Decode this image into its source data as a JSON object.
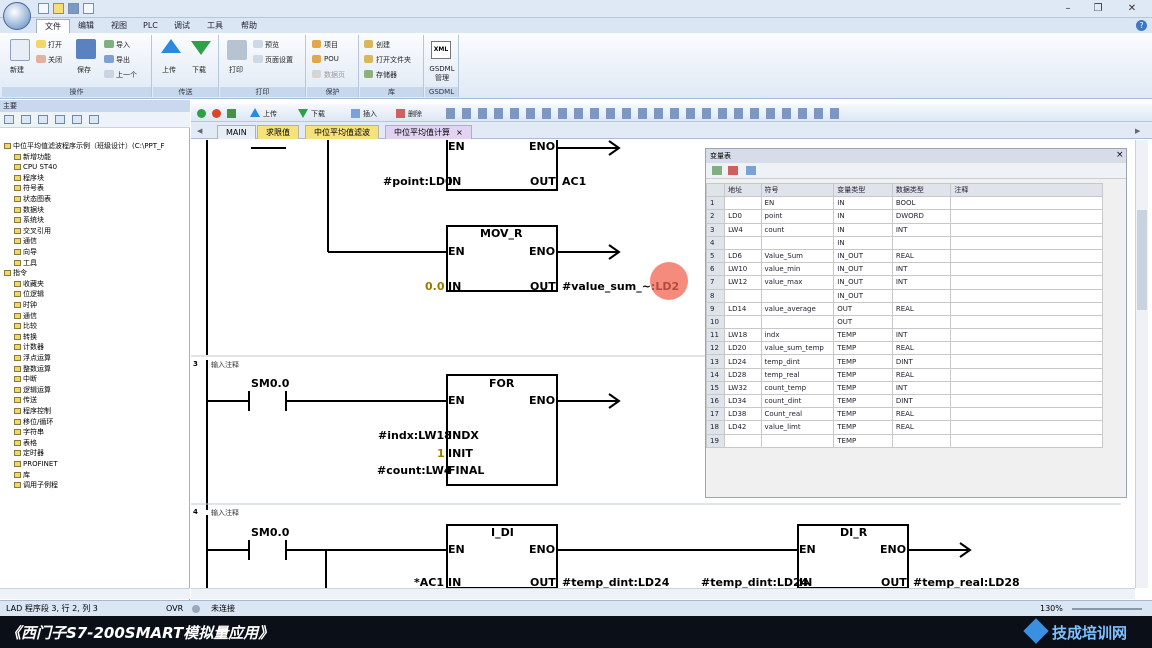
{
  "app": {
    "quick_access_icons": [
      "new-icon",
      "open-icon",
      "save-icon",
      "print-icon"
    ],
    "window_controls": [
      "–",
      "❐",
      "✕"
    ]
  },
  "menu_tabs": [
    "文件",
    "编辑",
    "视图",
    "PLC",
    "调试",
    "工具",
    "帮助"
  ],
  "ribbon": {
    "groups": [
      {
        "label": "操作",
        "buttons": [
          "新建",
          "打开",
          "关闭",
          "保存",
          "导入",
          "导出",
          "上一个"
        ]
      },
      {
        "label": "传送",
        "buttons": [
          "上传",
          "下载"
        ]
      },
      {
        "label": "打印",
        "buttons": [
          "打印",
          "预览",
          "页面设置"
        ]
      },
      {
        "label": "保护",
        "buttons": [
          "项目",
          "POU",
          "数据页"
        ]
      },
      {
        "label": "库",
        "buttons": [
          "创建",
          "打开文件夹",
          "存储器"
        ]
      },
      {
        "label": "GSDML",
        "buttons": [
          "GSDML管理"
        ]
      }
    ],
    "xml_badge": "XML"
  },
  "left_pane": {
    "title": "主要",
    "tree": [
      {
        "label": "中位平均值滤波程序示例（班级设计）(C:\\PPT_F",
        "level": 0
      },
      {
        "label": "新增功能",
        "level": 1
      },
      {
        "label": "CPU ST40",
        "level": 1
      },
      {
        "label": "程序块",
        "level": 1
      },
      {
        "label": "符号表",
        "level": 1
      },
      {
        "label": "状态图表",
        "level": 1
      },
      {
        "label": "数据块",
        "level": 1
      },
      {
        "label": "系统块",
        "level": 1
      },
      {
        "label": "交叉引用",
        "level": 1
      },
      {
        "label": "通信",
        "level": 1
      },
      {
        "label": "向导",
        "level": 1
      },
      {
        "label": "工具",
        "level": 1
      },
      {
        "label": "指令",
        "level": 0
      },
      {
        "label": "收藏夹",
        "level": 1
      },
      {
        "label": "位逻辑",
        "level": 1
      },
      {
        "label": "时钟",
        "level": 1
      },
      {
        "label": "通信",
        "level": 1
      },
      {
        "label": "比较",
        "level": 1
      },
      {
        "label": "转换",
        "level": 1
      },
      {
        "label": "计数器",
        "level": 1
      },
      {
        "label": "浮点运算",
        "level": 1
      },
      {
        "label": "整数运算",
        "level": 1
      },
      {
        "label": "中断",
        "level": 1
      },
      {
        "label": "逻辑运算",
        "level": 1
      },
      {
        "label": "传送",
        "level": 1
      },
      {
        "label": "程序控制",
        "level": 1
      },
      {
        "label": "移位/循环",
        "level": 1
      },
      {
        "label": "字符串",
        "level": 1
      },
      {
        "label": "表格",
        "level": 1
      },
      {
        "label": "定时器",
        "level": 1
      },
      {
        "label": "PROFINET",
        "level": 1
      },
      {
        "label": "库",
        "level": 1
      },
      {
        "label": "调用子例程",
        "level": 1
      }
    ]
  },
  "editor": {
    "toolbar": [
      "上传",
      "下载",
      "插入",
      "删除"
    ],
    "tabs": [
      {
        "label": "MAIN",
        "bg": "#e8eef6"
      },
      {
        "label": "求限值",
        "bg": "#f5e27a"
      },
      {
        "label": "中位平均值滤波",
        "bg": "#f5e27a"
      },
      {
        "label": "中位平均值计算",
        "bg": "#e3d3f3",
        "close": "×"
      }
    ],
    "network_comment": "输入注释",
    "networks": [
      {
        "num": "3"
      },
      {
        "num": "4"
      }
    ],
    "ladder": {
      "net2_top_in": "#point:LD0",
      "net2_top_out": "AC1",
      "mov_title": "MOV_R",
      "mov_in": "0.0",
      "mov_out": "#value_sum_~:LD2",
      "sm": "SM0.0",
      "for_title": "FOR",
      "for_indx": "#indx:LW18",
      "for_init": "1",
      "for_final": "#count:LW4",
      "idi_title": "I_DI",
      "dir_title": "DI_R",
      "n4_in": "*AC1",
      "n4_out1": "#temp_dint:LD24",
      "n4_in2": "#temp_dint:LD24",
      "n4_out2": "#temp_real:LD28",
      "en": "EN",
      "eno": "ENO",
      "in": "IN",
      "out": "OUT",
      "indx": "INDX",
      "init": "INIT",
      "final": "FINAL"
    }
  },
  "symbol_table": {
    "title": "变量表",
    "headers": [
      "",
      "地址",
      "符号",
      "变量类型",
      "数据类型",
      "注释"
    ],
    "rows": [
      [
        "1",
        "",
        "EN",
        "IN",
        "BOOL",
        ""
      ],
      [
        "2",
        "LD0",
        "point",
        "IN",
        "DWORD",
        ""
      ],
      [
        "3",
        "LW4",
        "count",
        "IN",
        "INT",
        ""
      ],
      [
        "4",
        "",
        "",
        "IN",
        "",
        ""
      ],
      [
        "5",
        "LD6",
        "Value_Sum",
        "IN_OUT",
        "REAL",
        ""
      ],
      [
        "6",
        "LW10",
        "value_min",
        "IN_OUT",
        "INT",
        ""
      ],
      [
        "7",
        "LW12",
        "value_max",
        "IN_OUT",
        "INT",
        ""
      ],
      [
        "8",
        "",
        "",
        "IN_OUT",
        "",
        ""
      ],
      [
        "9",
        "LD14",
        "value_average",
        "OUT",
        "REAL",
        ""
      ],
      [
        "10",
        "",
        "",
        "OUT",
        "",
        ""
      ],
      [
        "11",
        "LW18",
        "indx",
        "TEMP",
        "INT",
        ""
      ],
      [
        "12",
        "LD20",
        "value_sum_temp",
        "TEMP",
        "REAL",
        ""
      ],
      [
        "13",
        "LD24",
        "temp_dint",
        "TEMP",
        "DINT",
        ""
      ],
      [
        "14",
        "LD28",
        "temp_real",
        "TEMP",
        "REAL",
        ""
      ],
      [
        "15",
        "LW32",
        "count_temp",
        "TEMP",
        "INT",
        ""
      ],
      [
        "16",
        "LD34",
        "count_dint",
        "TEMP",
        "DINT",
        ""
      ],
      [
        "17",
        "LD38",
        "Count_real",
        "TEMP",
        "REAL",
        ""
      ],
      [
        "18",
        "LD42",
        "value_limt",
        "TEMP",
        "REAL",
        ""
      ],
      [
        "19",
        "",
        "",
        "TEMP",
        "",
        ""
      ]
    ]
  },
  "status": {
    "left": "LAD 程序段 3, 行 2, 列 3",
    "ovr": "OVR",
    "conn": "未连接",
    "zoom": "130%"
  },
  "banner": {
    "title": "《西门子S7-200SMART模拟量应用》",
    "brand": "技成培训网"
  }
}
